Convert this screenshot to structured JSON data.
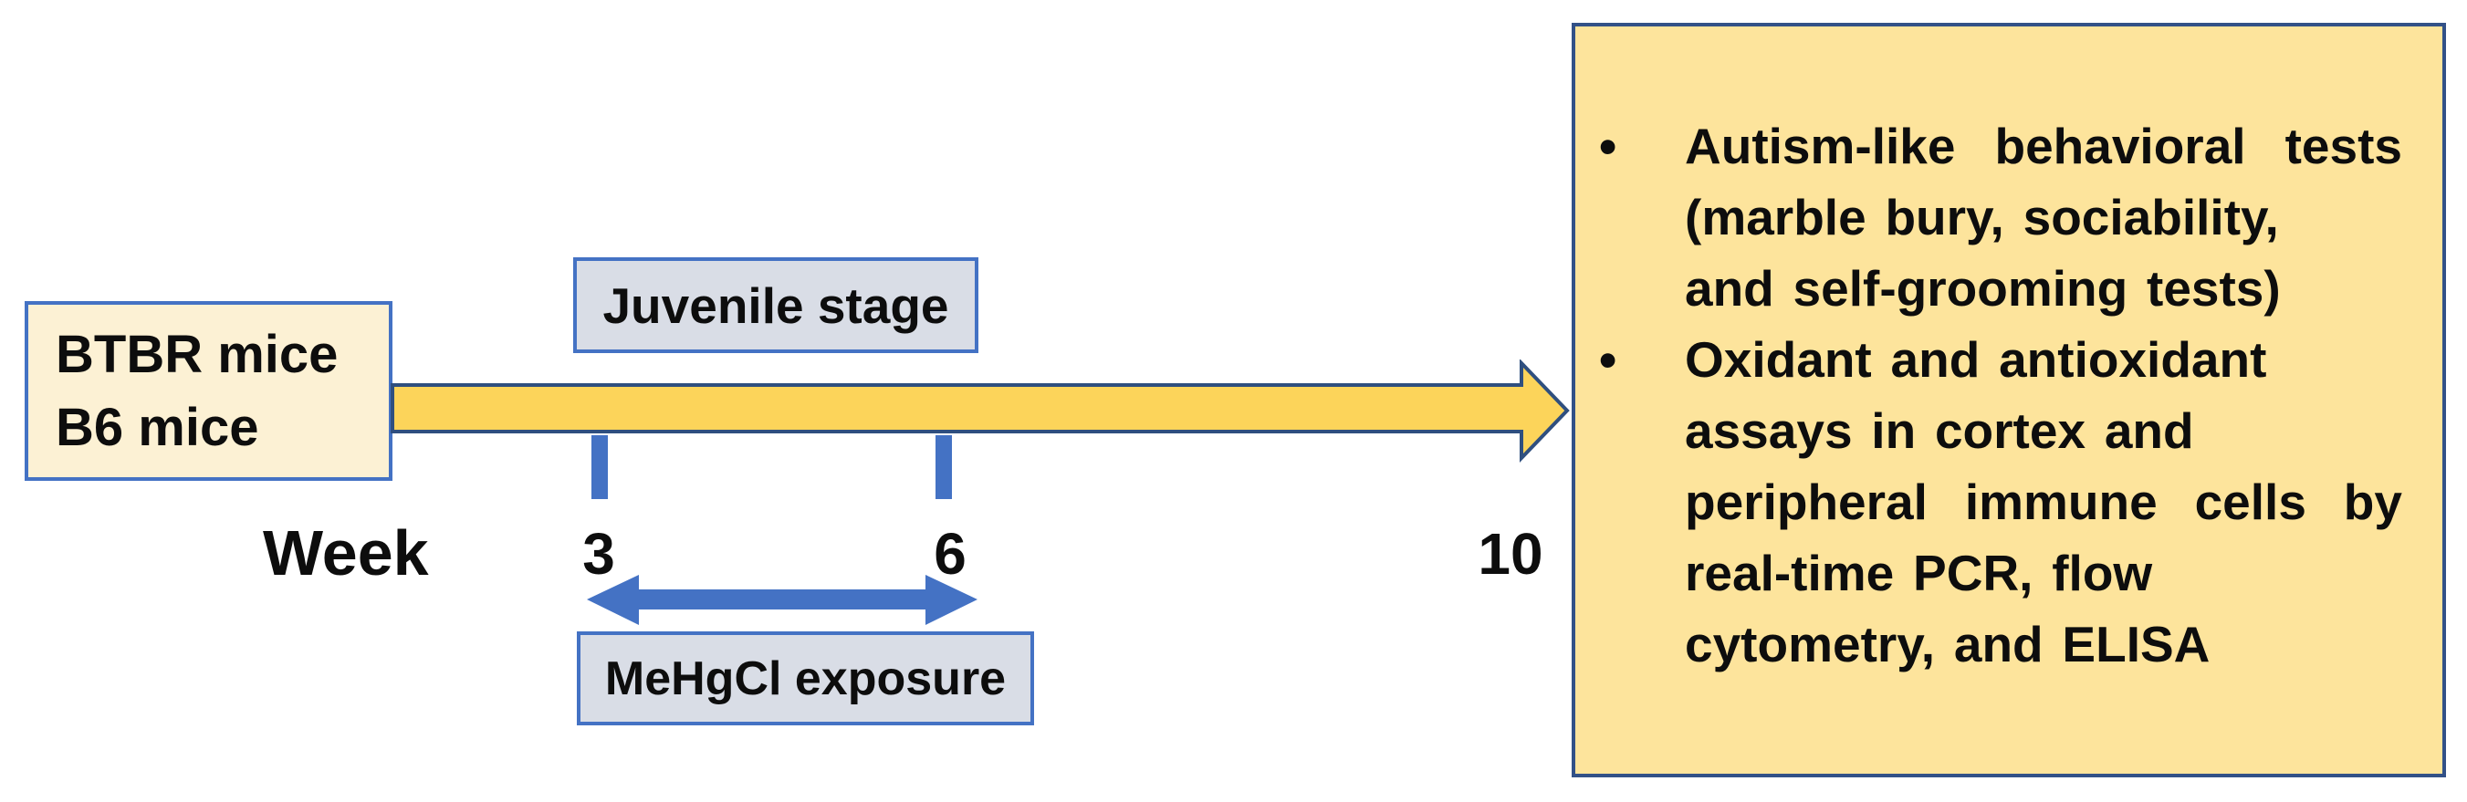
{
  "colors": {
    "accent_blue": "#4472C4",
    "dark_navy_outline": "#2F4F7F",
    "right_box_border": "#325187",
    "timeline_arrow_fill": "#FCD45A",
    "subject_box_fill": "#FCF1D4",
    "stage_box_fill": "#D9DDE6",
    "results_box_fill": "#FDE49C",
    "text_color": "#0D0D0D"
  },
  "subject_box": {
    "line1": "BTBR mice",
    "line2": "B6 mice"
  },
  "stage_box": {
    "label": "Juvenile stage"
  },
  "exposure_box": {
    "label": "MeHgCl exposure"
  },
  "week_axis": {
    "label": "Week",
    "tick_week_3": "3",
    "tick_week_6": "6",
    "tick_week_10": "10"
  },
  "results_box": {
    "bullet_char": "•",
    "bullets": [
      {
        "lines": [
          "Autism-like behavioral tests",
          "(marble bury, sociability,",
          "and self-grooming tests)"
        ]
      },
      {
        "lines": [
          "Oxidant and antioxidant",
          "assays in cortex and",
          "peripheral immune cells by",
          "real-time PCR, flow",
          "cytometry, and ELISA"
        ]
      }
    ]
  }
}
